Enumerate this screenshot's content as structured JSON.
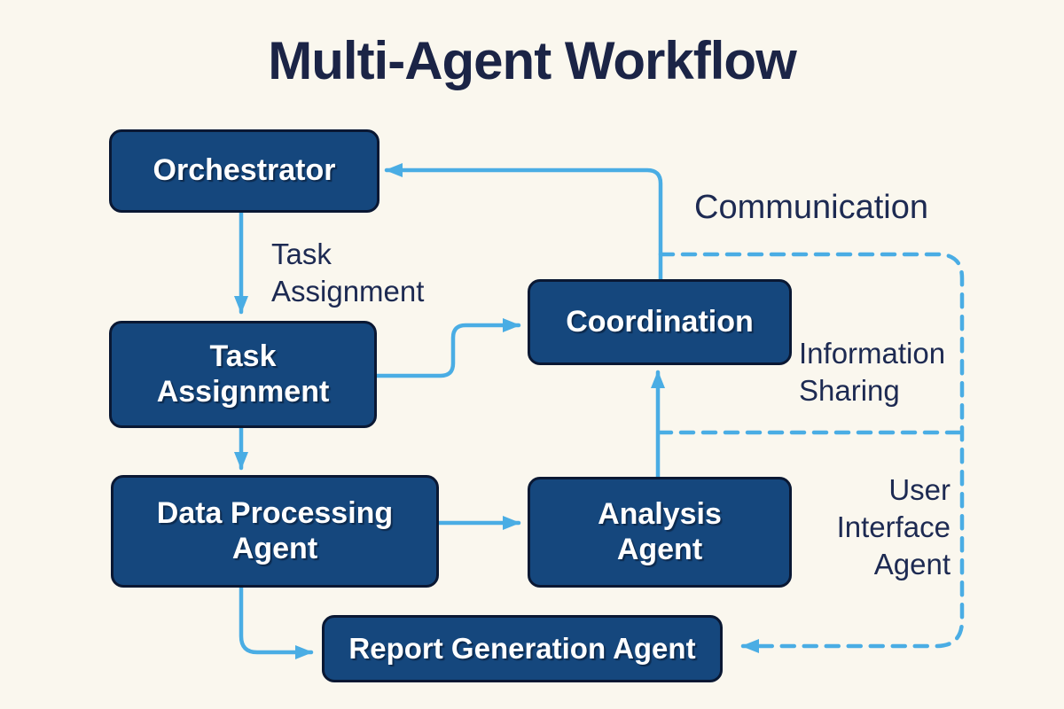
{
  "title": "Multi-Agent Workflow",
  "nodes": {
    "orchestrator": "Orchestrator",
    "task_assignment": "Task Assignment",
    "data_processing": "Data Processing Agent",
    "coordination": "Coordination",
    "analysis": "Analysis Agent",
    "report_generation": "Report Generation Agent"
  },
  "edge_labels": {
    "task_assignment": "Task Assignment",
    "communication": "Communication",
    "information_sharing": "Information Sharing",
    "user_interface_agent": "User Interface Agent"
  },
  "edges": [
    {
      "from": "Coordination",
      "to": "Orchestrator",
      "style": "solid"
    },
    {
      "from": "Orchestrator",
      "to": "Task Assignment",
      "style": "solid",
      "label": "Task Assignment"
    },
    {
      "from": "Task Assignment",
      "to": "Coordination",
      "style": "solid"
    },
    {
      "from": "Task Assignment",
      "to": "Data Processing Agent",
      "style": "solid"
    },
    {
      "from": "Data Processing Agent",
      "to": "Analysis Agent",
      "style": "solid"
    },
    {
      "from": "Analysis Agent",
      "to": "Coordination",
      "style": "solid"
    },
    {
      "from": "Data Processing Agent",
      "to": "Report Generation Agent",
      "style": "solid"
    },
    {
      "from": "Communication channel",
      "to": "Report Generation Agent",
      "style": "dashed",
      "label": "Communication / Information Sharing / User Interface Agent"
    }
  ],
  "colors": {
    "background": "#faf7ee",
    "node_fill": "#15477d",
    "node_border": "#0a1833",
    "node_text": "#ffffff",
    "arrow_blue": "#4aade4",
    "label_text": "#1d2a52",
    "title_text": "#1b2446"
  }
}
